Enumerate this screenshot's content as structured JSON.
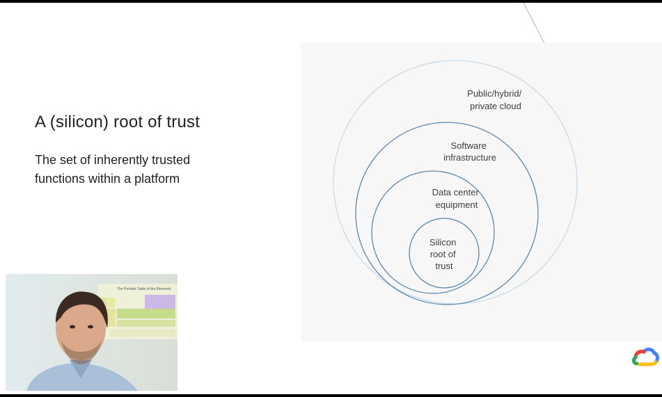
{
  "slide": {
    "title": "A (silicon) root of trust",
    "subtitle": "The set of inherently trusted functions within a platform"
  },
  "diagram": {
    "rings": [
      {
        "label_lines": [
          "Public/hybrid/",
          "private cloud"
        ]
      },
      {
        "label_lines": [
          "Software",
          "infrastructure"
        ]
      },
      {
        "label_lines": [
          "Data center",
          "equipment"
        ]
      },
      {
        "label_lines": [
          "Silicon",
          "root of",
          "trust"
        ]
      }
    ],
    "colors": {
      "outer_ring": "#c7dbe9",
      "inner_ring": "#5b86ad",
      "panel": "#f7f7f8"
    }
  },
  "webcam": {
    "poster_heading": "The Periodic Table of the Elements"
  },
  "logo": {
    "icon": "google-cloud-icon",
    "colors": [
      "#ea4335",
      "#4285f4",
      "#34a853",
      "#fbbc04"
    ]
  }
}
